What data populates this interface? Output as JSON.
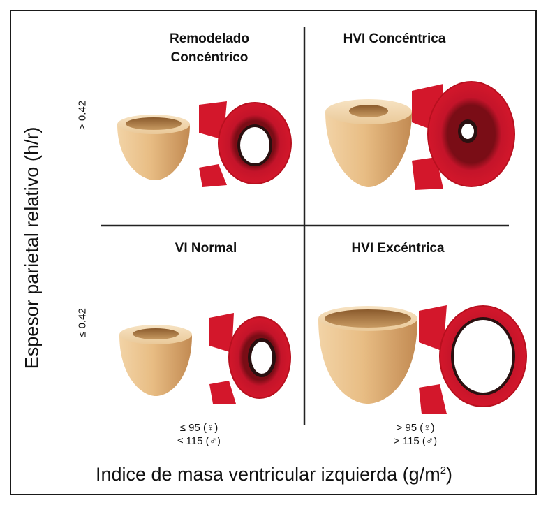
{
  "quadrants": {
    "top_left": "Remodelado\nConcéntrico",
    "top_right": "HVI Concéntrica",
    "bottom_left": "VI Normal",
    "bottom_right": "HVI Excéntrica"
  },
  "y_axis": {
    "title": "Espesor parietal relativo (h/r)",
    "tick_upper": "> 0.42",
    "tick_lower": "≤ 0.42"
  },
  "x_axis": {
    "title_main": "Indice de masa ventricular izquierda (g/m",
    "title_sup": "2",
    "title_end": ")",
    "tick_left": "≤ 95 (♀)\n≤ 115 (♂)",
    "tick_right": "> 95 (♀)\n> 115 (♂)"
  },
  "colors": {
    "myocardium_red": "#d3172b",
    "heart_tan": "#e8bd84",
    "cavity_dark": "#2a1010",
    "axis_line": "#222222"
  },
  "icons": [
    "heart-3d-model",
    "heart-cross-section"
  ]
}
